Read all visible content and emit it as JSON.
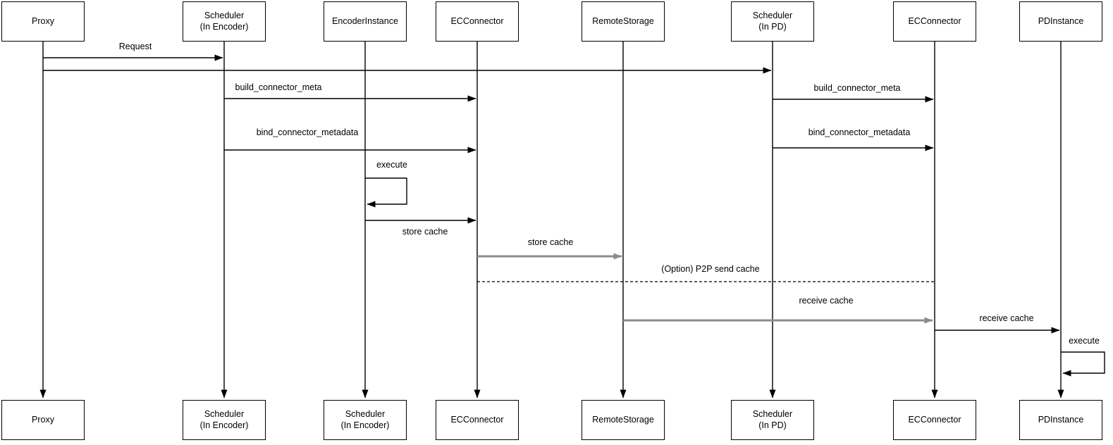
{
  "diagram": {
    "type": "sequence-diagram",
    "participants": [
      {
        "id": "proxy",
        "top_label": "Proxy",
        "bottom_label": "Proxy"
      },
      {
        "id": "scheduler-encoder",
        "top_label": "Scheduler\n(In Encoder)",
        "bottom_label": "Scheduler\n(In Encoder)"
      },
      {
        "id": "encoder-instance",
        "top_label": "EncoderInstance",
        "bottom_label": "Scheduler\n(In Encoder)"
      },
      {
        "id": "ec-connector-left",
        "top_label": "ECConnector",
        "bottom_label": "ECConnector"
      },
      {
        "id": "remote-storage",
        "top_label": "RemoteStorage",
        "bottom_label": "RemoteStorage"
      },
      {
        "id": "scheduler-pd",
        "top_label": "Scheduler\n(In PD)",
        "bottom_label": "Scheduler\n(In PD)"
      },
      {
        "id": "ec-connector-right",
        "top_label": "ECConnector",
        "bottom_label": "ECConnector"
      },
      {
        "id": "pd-instance",
        "top_label": "PDInstance",
        "bottom_label": "PDInstance"
      }
    ],
    "messages": [
      {
        "from": "proxy",
        "to": "scheduler-encoder",
        "label": "Request",
        "style": "solid-black"
      },
      {
        "from": "proxy",
        "to": "scheduler-pd",
        "label": "",
        "style": "solid-black"
      },
      {
        "from": "scheduler-encoder",
        "to": "ec-connector-left",
        "label": "build_connector_meta",
        "style": "solid-black"
      },
      {
        "from": "scheduler-pd",
        "to": "ec-connector-right",
        "label": "build_connector_meta",
        "style": "solid-black"
      },
      {
        "from": "scheduler-encoder",
        "to": "ec-connector-left",
        "label": "bind_connector_metadata",
        "style": "solid-black"
      },
      {
        "from": "scheduler-pd",
        "to": "ec-connector-right",
        "label": "bind_connector_metadata",
        "style": "solid-black"
      },
      {
        "from": "encoder-instance",
        "to": "encoder-instance",
        "label": "execute",
        "style": "self-loop"
      },
      {
        "from": "encoder-instance",
        "to": "ec-connector-left",
        "label": "store cache",
        "style": "solid-black"
      },
      {
        "from": "ec-connector-left",
        "to": "remote-storage",
        "label": "store cache",
        "style": "solid-gray-thick"
      },
      {
        "from": "ec-connector-left",
        "to": "ec-connector-right",
        "label": "(Option) P2P send cache",
        "style": "dashed-no-arrow"
      },
      {
        "from": "remote-storage",
        "to": "ec-connector-right",
        "label": "receive cache",
        "style": "solid-gray-thick"
      },
      {
        "from": "ec-connector-right",
        "to": "pd-instance",
        "label": "receive cache",
        "style": "solid-black"
      },
      {
        "from": "pd-instance",
        "to": "pd-instance",
        "label": "execute",
        "style": "self-loop"
      }
    ],
    "colors": {
      "line": "#000000",
      "gray_line": "#8c8c8c",
      "box_border": "#000000",
      "box_fill": "#ffffff",
      "text": "#000000",
      "background": "#ffffff"
    }
  }
}
